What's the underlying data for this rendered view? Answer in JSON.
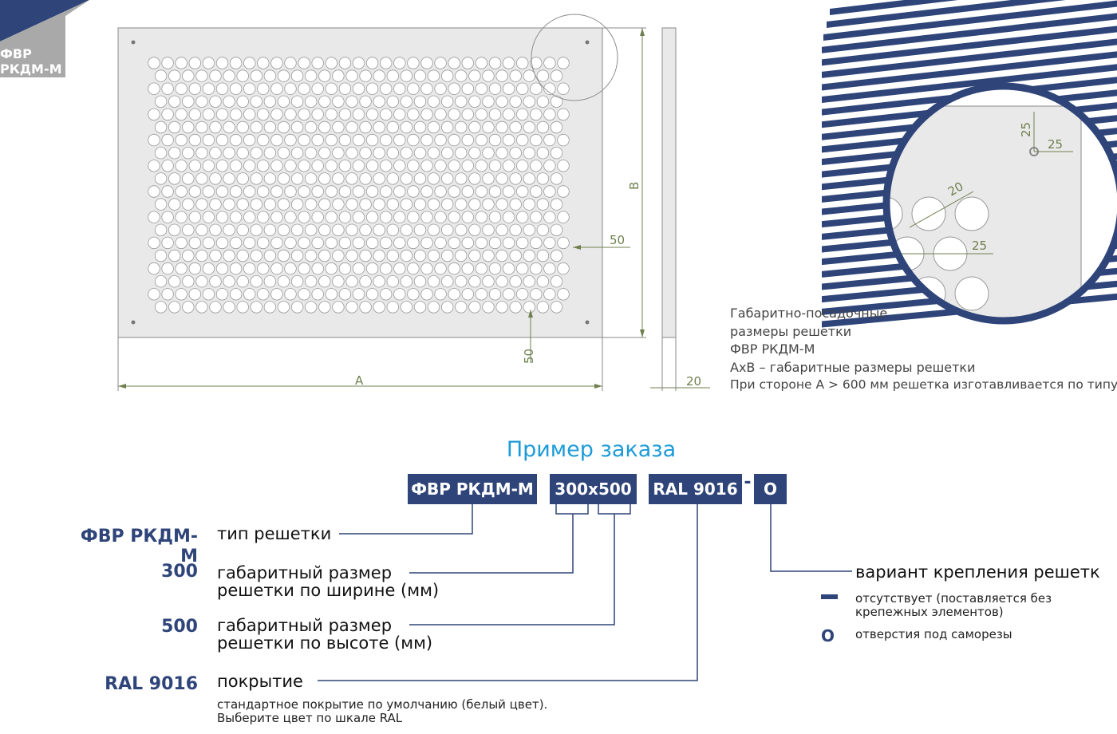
{
  "corner_tag": [
    "ФВР",
    "РКДМ-М"
  ],
  "drawing": {
    "dim_a": "A",
    "dim_b": "B",
    "dim_50_right": "50",
    "dim_50_bottom": "50",
    "dim_20": "20"
  },
  "detail": {
    "dim_25_v": "25",
    "dim_25_h": "25",
    "dim_20": "20",
    "dim_25_pitch": "25"
  },
  "notes": [
    "Габаритно-посадочные",
    "размеры решетки",
    "ФВР РКДМ-М",
    "AxB – габаритные размеры решетки",
    "При стороне А > 600 мм решетка изготавливается по типу"
  ],
  "order": {
    "title": "Пример заказа",
    "box_type": "ФВР РКДМ-М",
    "box_size": "300x500",
    "box_color": "RAL 9016",
    "separator": "-",
    "box_mount": "О"
  },
  "specs": [
    {
      "key": "ФВР РКДМ-М",
      "line1": "тип решетки",
      "line2": ""
    },
    {
      "key": "300",
      "line1": "габаритный размер",
      "line2": "решетки по ширине (мм)"
    },
    {
      "key": "500",
      "line1": "габаритный размер",
      "line2": "решетки по высоте (мм)"
    },
    {
      "key": "RAL 9016",
      "line1": "покрытие",
      "line2": ""
    }
  ],
  "coating_note": [
    "стандартное покрытие по умолчанию (белый цвет).",
    "Выберите цвет по шкале RAL"
  ],
  "mounting": {
    "title": "вариант крепления решетк",
    "options": [
      {
        "symbol": "dash",
        "text1": "отсутствует (поставляется без",
        "text2": "крепежных элементов)"
      },
      {
        "symbol": "O",
        "text1": "отверстия под саморезы",
        "text2": ""
      }
    ]
  },
  "colors": {
    "brand": "#2f4579",
    "accent": "#1d9bd7",
    "plate": "#e9e9e9",
    "dimension": "#6f7f4e"
  }
}
